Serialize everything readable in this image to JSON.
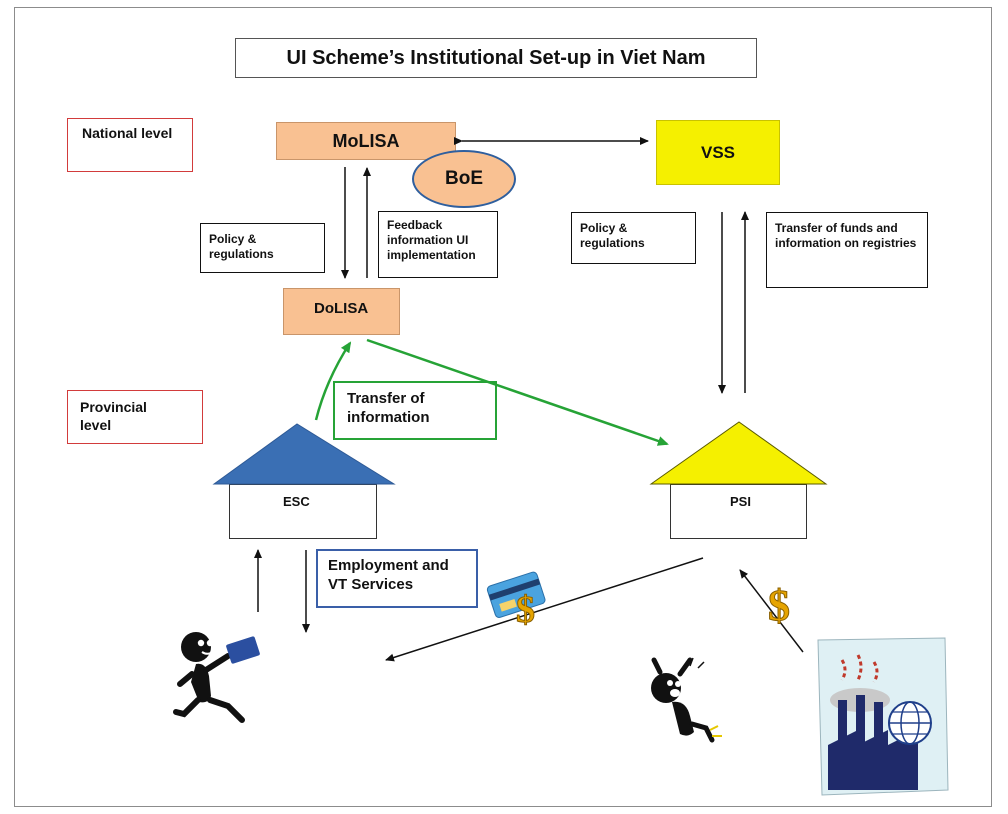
{
  "title": "UI Scheme’s Institutional Set-up in Viet Nam",
  "levels": {
    "national": "National level",
    "provincial": "Provincial level"
  },
  "nodes": {
    "molisa": "MoLISA",
    "vss": "VSS",
    "boe": "BoE",
    "dolisa": "DoLISA",
    "esc": "ESC",
    "psi": "PSI"
  },
  "labels": {
    "policy_left": "Policy & regulations",
    "feedback": "Feedback information UI implementation",
    "policy_right": "Policy & regulations",
    "transfer_funds": "Transfer of funds and information on registries",
    "transfer_info": "Transfer of information",
    "employment": "Employment and VT Services"
  },
  "colors": {
    "molisa_fill": "#f9c192",
    "vss_fill": "#f5f000",
    "boe_fill": "#f9c192",
    "boe_border": "#2f5f9e",
    "esc_roof": "#3a6fb4",
    "psi_roof": "#f5f000",
    "green_arrow": "#26a336",
    "red_border": "#d23b3b",
    "blue_border": "#3a5fa8"
  },
  "icons": [
    "running-person-icon",
    "credit-card-icon",
    "dollar-icon",
    "jumping-person-icon",
    "factory-globe-icon"
  ]
}
